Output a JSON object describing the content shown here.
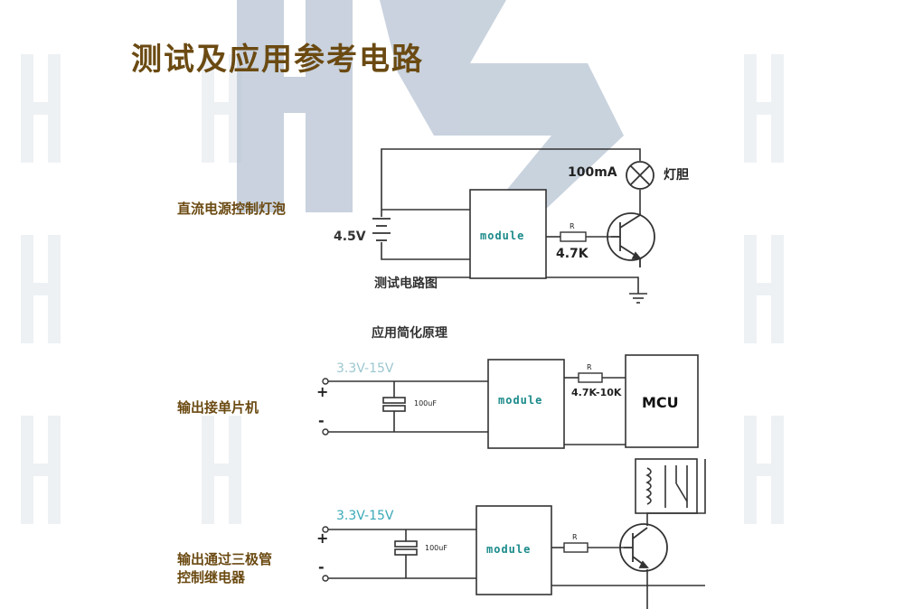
{
  "title": "测试及应用参考电路",
  "circuit1": {
    "caption": "直流电源控制灯泡",
    "voltage": "4.5V",
    "lamp_current": "100mA",
    "lamp_label": "灯胆",
    "module_label": "module",
    "resistor_label": "R",
    "resistor_value": "4.7K",
    "diagram_caption": "测试电路图"
  },
  "section_caption": "应用简化原理",
  "circuit2": {
    "caption": "输出接单片机",
    "voltage": "3.3V-15V",
    "plus": "+",
    "minus": "-",
    "cap_label": "100uF",
    "module_label": "module",
    "resistor_label": "R",
    "resistor_value": "4.7K-10K",
    "mcu_label": "MCU"
  },
  "circuit3": {
    "caption_line1": "输出通过三极管",
    "caption_line2": "控制继电器",
    "voltage": "3.3V-15V",
    "plus": "+",
    "minus": "-",
    "cap_label": "100uF",
    "module_label": "module",
    "resistor_label": "R"
  },
  "colors": {
    "title": "#6b4a12",
    "watermark": "#b7c4d3",
    "module_text": "#1b8a8a",
    "voltage_teal": "#3aa9b8"
  }
}
